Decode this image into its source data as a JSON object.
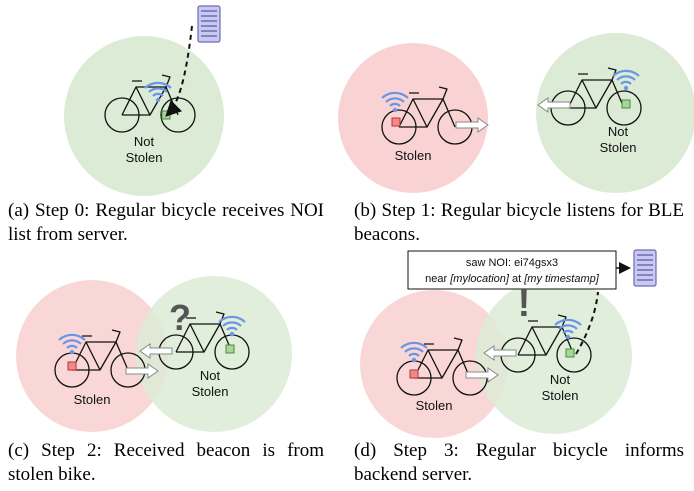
{
  "panels": {
    "a": {
      "bike_label": [
        "Not",
        "Stolen"
      ],
      "caption": "(a) Step 0: Regular bicycle receives NOI list from server."
    },
    "b": {
      "left_label": "Stolen",
      "right_label": [
        "Not",
        "Stolen"
      ],
      "caption": "(b) Step 1: Regular bicycle listens for BLE beacons."
    },
    "c": {
      "left_label": "Stolen",
      "right_label": [
        "Not",
        "Stolen"
      ],
      "mark": "?",
      "caption": "(c) Step 2: Received beacon is from stolen bike."
    },
    "d": {
      "left_label": "Stolen",
      "right_label": [
        "Not",
        "Stolen"
      ],
      "mark": "!",
      "message_line1": "saw NOI: ei74gsx3",
      "message_line2_prefix": "near ",
      "message_loc": "[mylocation]",
      "message_mid": " at ",
      "message_time": "[my timestamp]",
      "caption": "(d) Step 3: Regular bicycle informs backend server."
    }
  },
  "colors": {
    "stolen_circle": "#f9d3d3",
    "not_stolen_circle": "#dcebd6",
    "wifi": "#6a96e6",
    "chip_green": "#a6d69a",
    "chip_red": "#f08a8a",
    "server": "#8c8ccf",
    "mark": "#555555"
  },
  "icons": [
    "bicycle-icon",
    "wifi-icon",
    "server-icon",
    "arrow-icon"
  ]
}
